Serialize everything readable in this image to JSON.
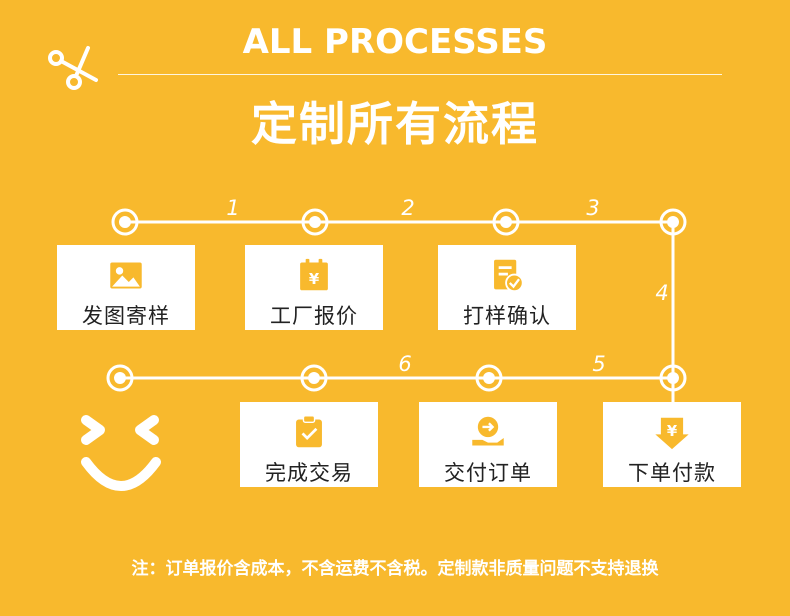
{
  "header": {
    "title_en": "ALL PROCESSES",
    "title_cn": "定制所有流程"
  },
  "steps": [
    {
      "num": "1",
      "label": "发图寄样",
      "icon": "image-icon"
    },
    {
      "num": "2",
      "label": "工厂报价",
      "icon": "price-calendar-icon"
    },
    {
      "num": "3",
      "label": "打样确认",
      "icon": "checked-document-icon"
    },
    {
      "num": "4",
      "label": "下单付款",
      "icon": "yen-download-icon"
    },
    {
      "num": "5",
      "label": "交付订单",
      "icon": "hand-arrow-icon"
    },
    {
      "num": "6",
      "label": "完成交易",
      "icon": "clipboard-check-icon"
    }
  ],
  "footer": {
    "note": "注：订单报价含成本，不含运费不含税。定制款非质量问题不支持退换"
  },
  "colors": {
    "background": "#f8b92d",
    "accent": "#f8b92d",
    "card": "#ffffff",
    "text": "#222222"
  }
}
